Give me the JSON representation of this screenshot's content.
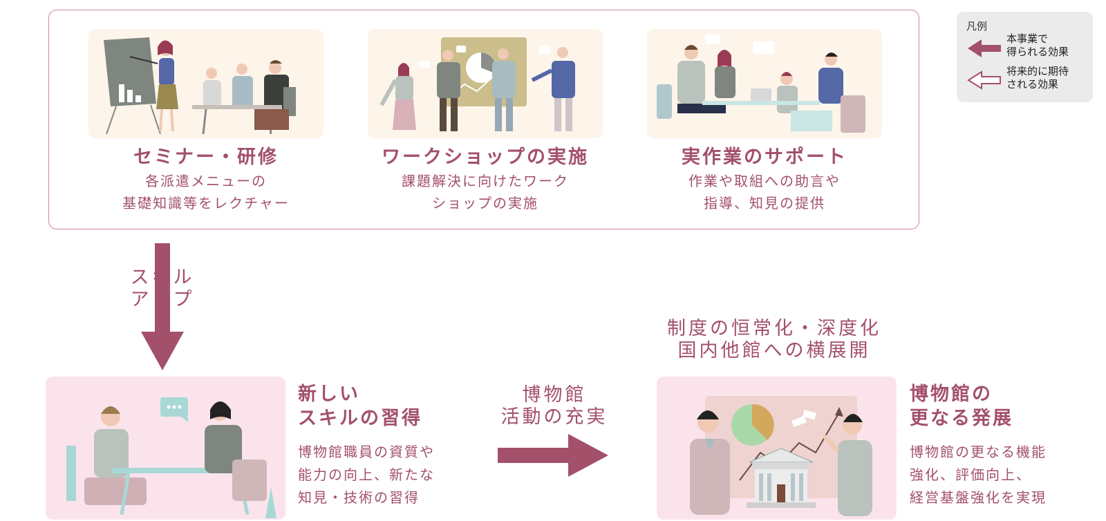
{
  "services": [
    {
      "title": "セミナー・研修",
      "desc": [
        "各派遣メニューの",
        "基礎知識等をレクチャー"
      ]
    },
    {
      "title": "ワークショップの実施",
      "desc": [
        "課題解決に向けたワーク",
        "ショップの実施"
      ]
    },
    {
      "title": "実作業のサポート",
      "desc": [
        "作業や取組への助言や",
        "指導、知見の提供"
      ]
    }
  ],
  "legend": {
    "title": "凡例",
    "solid": [
      "本事業で",
      "得られる効果"
    ],
    "outline": [
      "将来的に期待",
      "される効果"
    ]
  },
  "arrows": {
    "skill_up": [
      "スキル",
      "アップ"
    ],
    "museum_activity": [
      "博物館",
      "活動の充実"
    ],
    "future": [
      "制度の恒常化・深度化",
      "国内他館への横展開"
    ]
  },
  "results": [
    {
      "title": [
        "新しい",
        "スキルの習得"
      ],
      "desc": [
        "博物館職員の資質や",
        "能力の向上、新たな",
        "知見・技術の習得"
      ]
    },
    {
      "title": [
        "博物館の",
        "更なる発展"
      ],
      "desc": [
        "博物館の更なる機能",
        "強化、評価向上、",
        "経営基盤強化を実現"
      ]
    }
  ],
  "colors": {
    "accent": "#a3506a",
    "card_bg_top": "#fdf4ea",
    "card_bg_bottom": "#fbe3ec",
    "legend_bg": "#ebebeb"
  }
}
